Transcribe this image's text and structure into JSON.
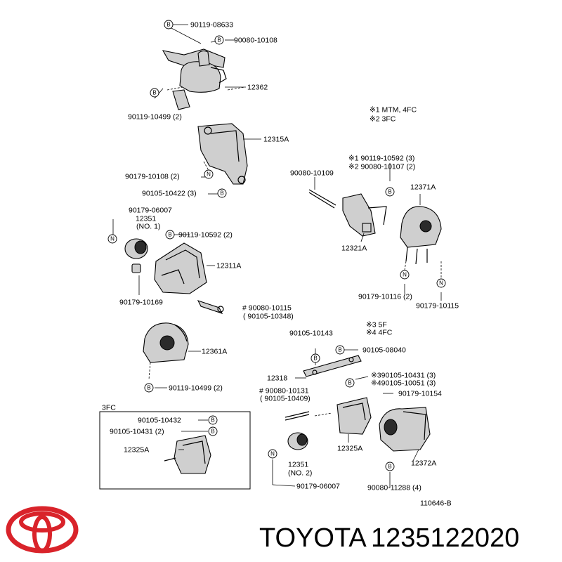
{
  "labels": {
    "l_0": "90119-08633",
    "l_1": "90080-10108",
    "l_2": "12362",
    "l_3": "90119-10499 (2)",
    "l_4": "12315A",
    "l_5": "90179-10108 (2)",
    "l_6": "90105-10422 (3)",
    "l_7": "90179-06007",
    "l_8": "12351",
    "l_9": "(NO. 1)",
    "l_10": "90119-10592 (2)",
    "l_11": "12311A",
    "l_12": "90179-10169",
    "l_13": "# 90080-10115",
    "l_14": "( 90105-10348)",
    "l_15": "12361A",
    "l_16": "90119-10499 (2)",
    "l_17": "3FC",
    "l_18": "90105-10432",
    "l_19": "90105-10431 (2)",
    "l_20": "12325A",
    "l_21": "※1  MTM, 4FC",
    "l_22": "※2  3FC",
    "l_23": "※1 90119-10592 (3)",
    "l_24": "※2 90080-10107 (2)",
    "l_25": "90080-10109",
    "l_26": "12371A",
    "l_27": "12321A",
    "l_28": "90179-10116 (2)",
    "l_29": "90179-10115",
    "l_30": "※3  5F",
    "l_31": "※4  4FC",
    "l_32": "90105-10143",
    "l_33": "90105-08040",
    "l_34": "12318",
    "l_35": "※390105-10431 (3)",
    "l_36": "※490105-10051 (3)",
    "l_37": "# 90080-10131",
    "l_38": "( 90105-10409)",
    "l_39": "90179-10154",
    "l_40": "12325A",
    "l_41": "12372A",
    "l_42": "12351",
    "l_43": "(NO. 2)",
    "l_44": "90179-06007",
    "l_45": "90080-11288 (4)",
    "l_46": "110646-B"
  },
  "badges": {
    "b_letter": "B",
    "n_letter": "N"
  },
  "footer": {
    "brand": "TOYOTA",
    "part_number": "1235122020"
  },
  "colors": {
    "logo": "#d9232a",
    "ink": "#000000"
  },
  "icons": {
    "logo": "toyota-logo-icon"
  }
}
